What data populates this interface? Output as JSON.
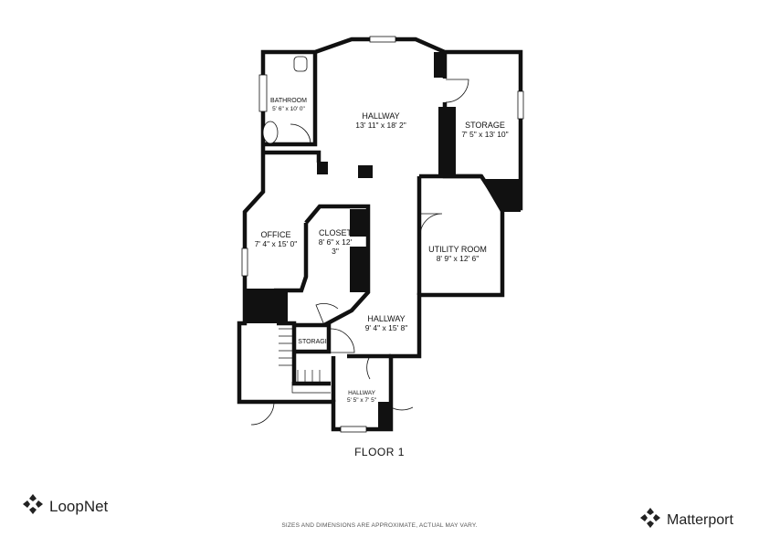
{
  "floor_title": "FLOOR 1",
  "disclaimer": "SIZES AND DIMENSIONS ARE APPROXIMATE, ACTUAL MAY VARY.",
  "brands": {
    "left": {
      "name": "LoopNet",
      "icon": "loopnet-logo-icon"
    },
    "right": {
      "name": "Matterport",
      "icon": "matterport-logo-icon"
    }
  },
  "rooms": {
    "bathroom": {
      "name": "BATHROOM",
      "dims": "5' 6\" x 10' 0\""
    },
    "hallway_main": {
      "name": "HALLWAY",
      "dims": "13' 11\" x 18' 2\""
    },
    "storage_right": {
      "name": "STORAGE",
      "dims": "7' 5\" x 13' 10\""
    },
    "office": {
      "name": "OFFICE",
      "dims": "7' 4\" x 15' 0\""
    },
    "closet": {
      "name": "CLOSET",
      "dims_line1": "8' 6\" x 12'",
      "dims_line2": "3\""
    },
    "utility": {
      "name": "UTILITY ROOM",
      "dims": "8' 9\" x 12' 6\""
    },
    "hallway_lower": {
      "name": "HALLWAY",
      "dims": "9' 4\" x 15' 8\""
    },
    "storage_small": {
      "name": "STORAGI"
    },
    "hallway_small": {
      "name": "HALLWAY",
      "dims": "5' 5\" x 7' 5\""
    }
  },
  "colors": {
    "wall": "#111111",
    "background": "#ffffff"
  }
}
